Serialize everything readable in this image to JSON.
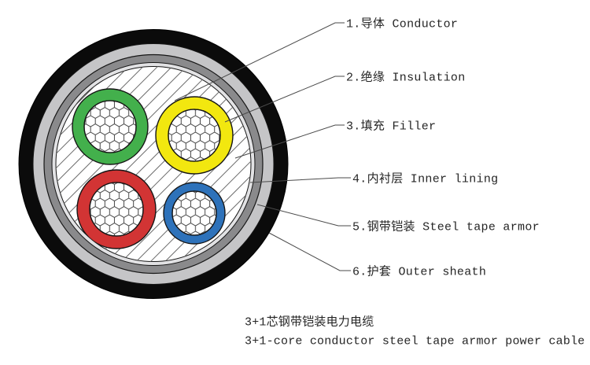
{
  "diagram": {
    "title_context": "3+1 core steel tape armored power cable cross-section",
    "labels": [
      {
        "num": "1",
        "zh": "导体",
        "en": "Conductor",
        "text": "1.导体 Conductor"
      },
      {
        "num": "2",
        "zh": "绝缘",
        "en": "Insulation",
        "text": "2.绝缘 Insulation"
      },
      {
        "num": "3",
        "zh": "填充",
        "en": "Filler",
        "text": "3.填充 Filler"
      },
      {
        "num": "4",
        "zh": "内衬层",
        "en": "Inner lining",
        "text": "4.内衬层 Inner lining"
      },
      {
        "num": "5",
        "zh": "钢带铠装",
        "en": "Steel tape armor",
        "text": "5.钢带铠装 Steel tape armor"
      },
      {
        "num": "6",
        "zh": "护套",
        "en": "Outer sheath",
        "text": "6.护套 Outer sheath"
      }
    ],
    "caption": {
      "zh": "3+1芯钢带铠装电力电缆",
      "en": "3+1-core conductor steel tape armor power cable"
    },
    "colors": {
      "sheath_black": "#0b0b0b",
      "tape_light_gray": "#c5c5c7",
      "armor_dark_gray": "#8a8a8c",
      "inner_lining": "#e2e2e4",
      "filler_bg": "#ffffff",
      "hatch_line": "#6a6a6a",
      "hex_line": "#454545",
      "outline": "#161616",
      "leader_line": "#4a4a4a",
      "core_green": "#43b04c",
      "core_yellow": "#f2e70f",
      "core_red": "#d23434",
      "core_blue": "#2e72ba",
      "conductor_bg": "#ffffff",
      "text": "#252525"
    }
  }
}
